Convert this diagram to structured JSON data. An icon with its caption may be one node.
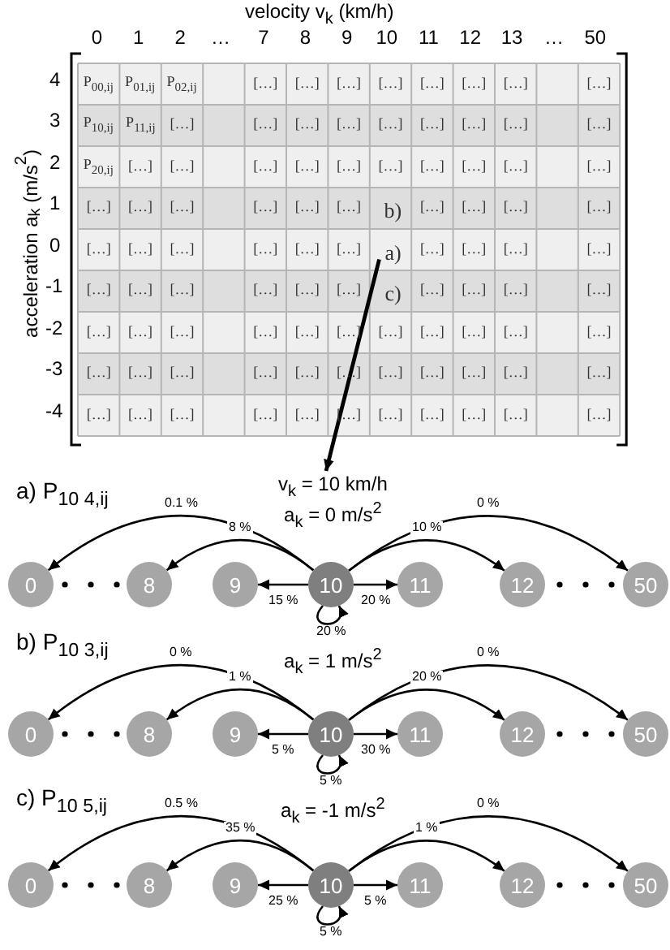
{
  "diagram": {
    "nodes": [
      {
        "text": [
          "a)"
        ]
      },
      {
        "text": [
          "v$_{k}$ = 10 km/h",
          "a$_{k}$ = 0 m/s$^{2}$"
        ]
      },
      {
        "text": [
          "0"
        ]
      },
      {
        "text": [
          "8"
        ]
      },
      {
        "text": [
          "9"
        ]
      },
      {
        "text": [
          "10"
        ]
      },
      {
        "text": [
          "11"
        ]
      },
      {
        "text": [
          "12"
        ]
      },
      {
        "text": [
          "50"
        ]
      },
      {
        "text": [
          "0"
        ]
      },
      {
        "text": [
          "8"
        ]
      },
      {
        "text": [
          "9"
        ]
      },
      {
        "text": [
          "10"
        ]
      },
      {
        "text": [
          "11"
        ]
      },
      {
        "text": [
          "12"
        ]
      },
      {
        "text": [
          "50"
        ]
      },
      {
        "text": [
          "0"
        ]
      },
      {
        "text": [
          "8"
        ]
      },
      {
        "text": [
          "9"
        ]
      },
      {
        "text": [
          "10"
        ]
      },
      {
        "text": [
          "11"
        ]
      },
      {
        "text": [
          "12"
        ]
      },
      {
        "text": [
          "50"
        ]
      }
    ],
    "edges": [
      {
        "from": 0,
        "to": 1,
        "arrow": "to"
      },
      {
        "from": 5,
        "to": 2,
        "arrow": "to",
        "label": "0.1 %"
      },
      {
        "from": 5,
        "to": 3,
        "arrow": "to",
        "label": "8 %"
      },
      {
        "from": 5,
        "to": 4,
        "arrow": "to",
        "label": "15 %"
      },
      {
        "from": 5,
        "to": 5,
        "arrow": "to",
        "label": "20 %"
      },
      {
        "from": 5,
        "to": 6,
        "arrow": "to",
        "label": "20 %"
      },
      {
        "from": 5,
        "to": 7,
        "arrow": "to",
        "label": "10 %"
      },
      {
        "from": 5,
        "to": 8,
        "arrow": "to",
        "label": "0 %"
      },
      {
        "from": 12,
        "to": 9,
        "arrow": "to",
        "label": "0 %"
      },
      {
        "from": 12,
        "to": 10,
        "arrow": "to",
        "label": "1 %"
      },
      {
        "from": 12,
        "to": 11,
        "arrow": "to",
        "label": "5 %"
      },
      {
        "from": 12,
        "to": 12,
        "arrow": "to",
        "label": "5 %"
      },
      {
        "from": 12,
        "to": 13,
        "arrow": "to",
        "label": "30 %"
      },
      {
        "from": 12,
        "to": 14,
        "arrow": "to",
        "label": "20 %"
      },
      {
        "from": 12,
        "to": 15,
        "arrow": "to",
        "label": "0 %"
      },
      {
        "from": 19,
        "to": 16,
        "arrow": "to",
        "label": "0.5 %"
      },
      {
        "from": 19,
        "to": 17,
        "arrow": "to",
        "label": "35 %"
      },
      {
        "from": 19,
        "to": 18,
        "arrow": "to",
        "label": "25 %"
      },
      {
        "from": 19,
        "to": 19,
        "arrow": "to",
        "label": "5 %"
      },
      {
        "from": 19,
        "to": 20,
        "arrow": "to",
        "label": "5 %"
      },
      {
        "from": 19,
        "to": 21,
        "arrow": "to",
        "label": "1 %"
      },
      {
        "from": 19,
        "to": 22,
        "arrow": "to",
        "label": "0 %"
      }
    ],
    "labels": [
      "velocity v$_{k}$ (km/h)",
      "0",
      "1",
      "2",
      "…",
      "7",
      "8",
      "9",
      "10",
      "11",
      "12",
      "13",
      "…",
      "50",
      "acceleration a$_{k}$ (m/s$^{2}$)",
      "4",
      "P$_{00,ij}$",
      "P$_{01,ij}$",
      "P$_{02,ij}$",
      "[…]",
      "[…]",
      "[…]",
      "[…]",
      "[…]",
      "[…]",
      "[…]",
      "[…]",
      "3",
      "P$_{10,ij}$",
      "P$_{11,ij}$",
      "[…]",
      "[…]",
      "[…]",
      "[…]",
      "[…]",
      "[…]",
      "[…]",
      "[…]",
      "[…]",
      "2",
      "P$_{20,ij}$",
      "[…]",
      "[…]",
      "[…]",
      "[…]",
      "[…]",
      "[…]",
      "[…]",
      "[…]",
      "[…]",
      "[…]",
      "1",
      "[…]",
      "[…]",
      "[…]",
      "[…]",
      "[…]",
      "[…]",
      "b)",
      "[…]",
      "[…]",
      "[…]",
      "[…]",
      "0",
      "[…]",
      "[…]",
      "[…]",
      "[…]",
      "[…]",
      "[…]",
      "[…]",
      "[…]",
      "[…]",
      "[…]",
      "-1",
      "[…]",
      "[…]",
      "[…]",
      "[…]",
      "[…]",
      "[…]",
      "c)",
      "[…]",
      "[…]",
      "[…]",
      "[…]",
      "-2",
      "[…]",
      "[…]",
      "[…]",
      "[…]",
      "[…]",
      "[…]",
      "[…]",
      "[…]",
      "[…]",
      "[…]",
      "[…]",
      "-3",
      "[…]",
      "[…]",
      "[…]",
      "[…]",
      "[…]",
      "[…]",
      "[…]",
      "[…]",
      "[…]",
      "[…]",
      "[…]",
      "-4",
      "[…]",
      "[…]",
      "[…]",
      "[…]",
      "[…]",
      "[…]",
      "[…]",
      "[…]",
      "[…]",
      "[…]",
      "[…]",
      "a) P$_{10 4,ij}$",
      "b) P$_{10 3,ij}$",
      "a$_{k}$ = 1 m/s$^{2}$",
      "c) P$_{10 5,ij}$",
      "a$_{k}$ = -1 m/s$^{2}$"
    ]
  }
}
